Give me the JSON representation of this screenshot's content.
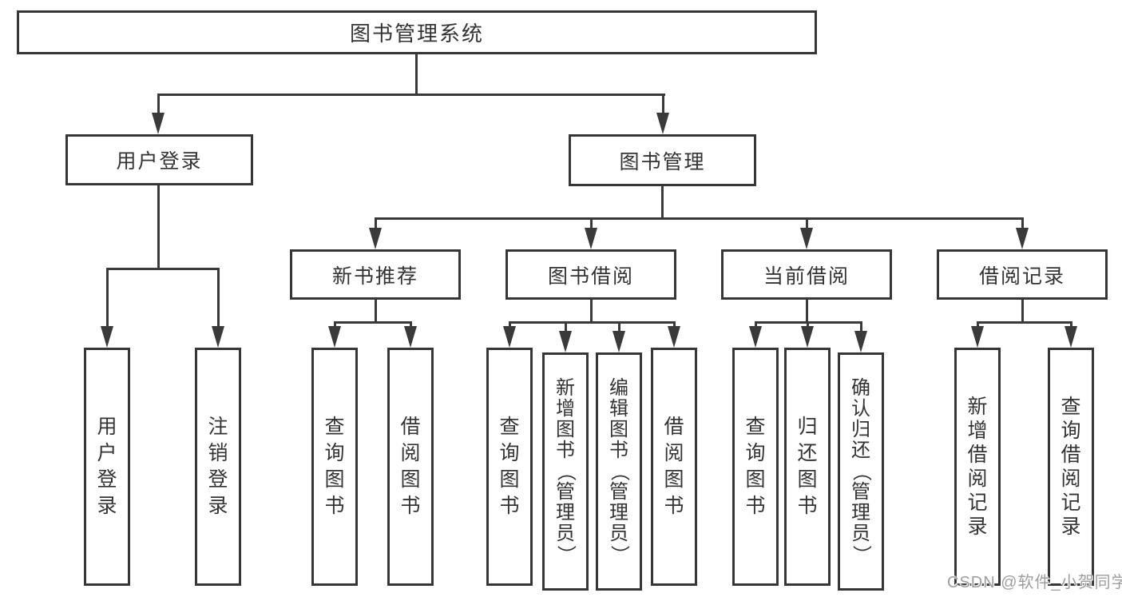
{
  "tree": {
    "label": "图书管理系统",
    "children": [
      {
        "label": "用户登录",
        "children": [
          {
            "label": "用户登录"
          },
          {
            "label": "注销登录"
          }
        ]
      },
      {
        "label": "图书管理",
        "children": [
          {
            "label": "新书推荐",
            "children": [
              {
                "label": "查询图书"
              },
              {
                "label": "借阅图书"
              }
            ]
          },
          {
            "label": "图书借阅",
            "children": [
              {
                "label": "查询图书"
              },
              {
                "label": "新增图书（管理员）"
              },
              {
                "label": "编辑图书（管理员）"
              },
              {
                "label": "借阅图书"
              }
            ]
          },
          {
            "label": "当前借阅",
            "children": [
              {
                "label": "查询图书"
              },
              {
                "label": "归还图书"
              },
              {
                "label": "确认归还（管理员）"
              }
            ]
          },
          {
            "label": "借阅记录",
            "children": [
              {
                "label": "新增借阅记录"
              },
              {
                "label": "查询借阅记录"
              }
            ]
          }
        ]
      }
    ]
  },
  "watermark": {
    "text": "CSDN @软件_小贺同学"
  },
  "colors": {
    "line": "#3a3a3a",
    "box_border": "#363636",
    "text": "#333333",
    "watermark": "#9e9e9e",
    "background": "#ffffff"
  }
}
